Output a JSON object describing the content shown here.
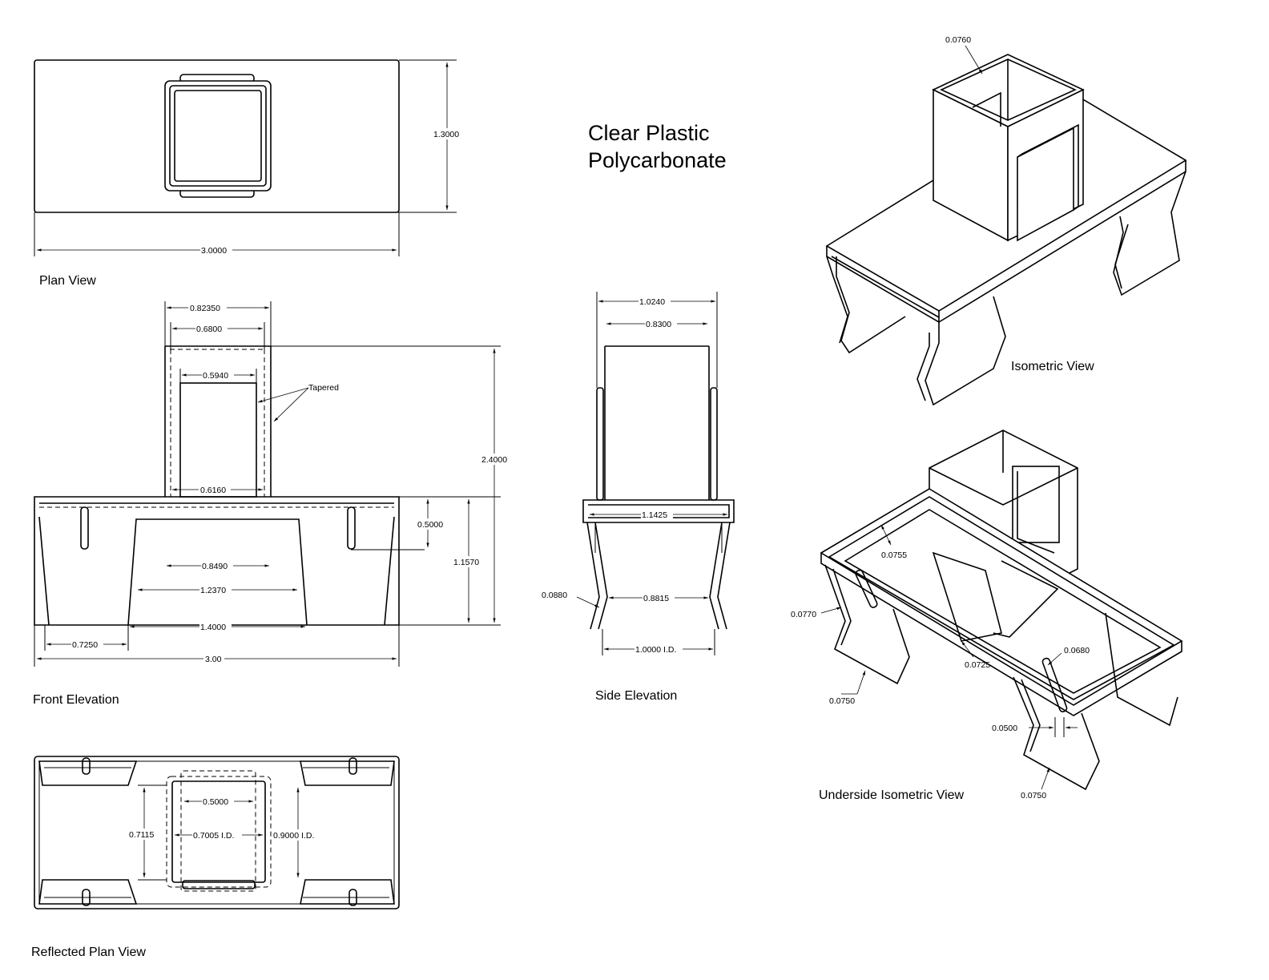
{
  "title": {
    "line1": "Clear Plastic",
    "line2": "Polycarbonate"
  },
  "views": {
    "plan": "Plan View",
    "front": "Front Elevation",
    "reflected": "Reflected Plan View",
    "side": "Side Elevation",
    "iso": "Isometric View",
    "underside": "Underside Isometric View"
  },
  "dims": {
    "plan_height": "1.3000",
    "plan_width": "3.0000",
    "d_08235": "0.82350",
    "d_0680": "0.6800",
    "d_0594": "0.5940",
    "tapered": "Tapered",
    "d_0616": "0.6160",
    "d_2400": "2.4000",
    "d_0500": "0.5000",
    "d_1157": "1.1570",
    "d_0849": "0.8490",
    "d_1237": "1.2370",
    "d_1400": "1.4000",
    "d_0725": "0.7250",
    "d_300": "3.00",
    "side_1024": "1.0240",
    "side_0830": "0.8300",
    "side_11425": "1.1425",
    "side_0088": "0.0880",
    "side_08815": "0.8815",
    "side_1000": "1.0000 I.D.",
    "rp_0500": "0.5000",
    "rp_07115": "0.7115",
    "rp_07005": "0.7005 I.D.",
    "rp_0900": "0.9000 I.D.",
    "iso_0076": "0.0760",
    "u_00755": "0.0755",
    "u_00770": "0.0770",
    "u_00725": "0.0725",
    "u_00680": "0.0680",
    "u_00750a": "0.0750",
    "u_00500": "0.0500",
    "u_00750b": "0.0750"
  }
}
